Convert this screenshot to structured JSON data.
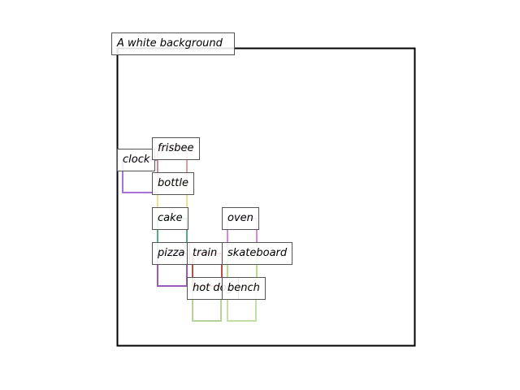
{
  "scene": {
    "caption": "A white background",
    "objects": [
      {
        "key": "clock",
        "label": "clock",
        "color": "#9b59d0"
      },
      {
        "key": "frisbee",
        "label": "frisbee",
        "color": "#d98c8c"
      },
      {
        "key": "bottle",
        "label": "bottle",
        "color": "#e8e07a"
      },
      {
        "key": "cake",
        "label": "cake",
        "color": "#3aa070"
      },
      {
        "key": "oven",
        "label": "oven",
        "color": "#d070e0"
      },
      {
        "key": "pizza",
        "label": "pizza",
        "color": "#8e3bb0"
      },
      {
        "key": "train",
        "label": "train",
        "color": "#b03020"
      },
      {
        "key": "skateboard",
        "label": "skateboard",
        "color": "#a8d870"
      },
      {
        "key": "hot_dog",
        "label": "hot dog",
        "color": "#a8cc88"
      },
      {
        "key": "bench",
        "label": "bench",
        "color": "#b8d898"
      }
    ]
  }
}
